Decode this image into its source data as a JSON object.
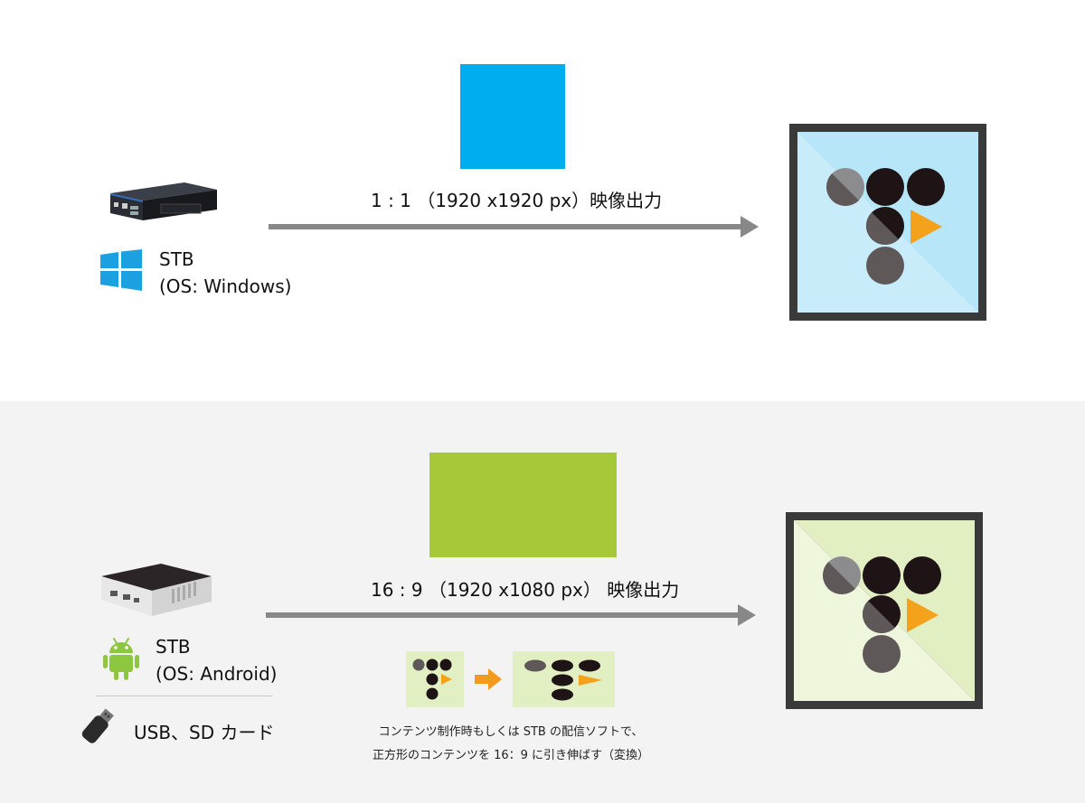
{
  "colors": {
    "square_blue": "#00aeef",
    "rect_green": "#a6c939",
    "arrow_gray": "#888888",
    "frame_dark": "#3a3a3a",
    "display_top_bg": "#b6e6f8",
    "display_top_bg_light": "#d3f1fc",
    "display_bottom_bg": "#e2efc2",
    "display_bottom_bg_light": "#eef6dc",
    "dot_dark": "#1e1416",
    "dot_gray": "#5f5859",
    "play_orange": "#f4a21b",
    "small_arrow_orange": "#f39a1e",
    "windows_blue": "#1ba1e2",
    "android_green": "#8dc63f"
  },
  "top": {
    "output_label": "1 : 1 （1920 x1920 px）映像出力",
    "stb_label_line1": "STB",
    "stb_label_line2": "(OS: Windows)",
    "device_icon": "mini-pc-icon",
    "os_icon": "windows-logo-icon"
  },
  "bottom": {
    "output_label": "16 : 9 （1920 x1080 px） 映像出力",
    "stb_label_line1": "STB",
    "stb_label_line2": "(OS: Android)",
    "device_icon": "android-box-icon",
    "os_icon": "android-robot-icon",
    "usb_label": "USB、SD カード",
    "usb_icon": "usb-stick-icon",
    "note_line1": "コンテンツ制作時もしくは STB の配信ソフトで、",
    "note_line2": "正方形のコンテンツを 16：9 に引き伸ばす（変換）"
  }
}
